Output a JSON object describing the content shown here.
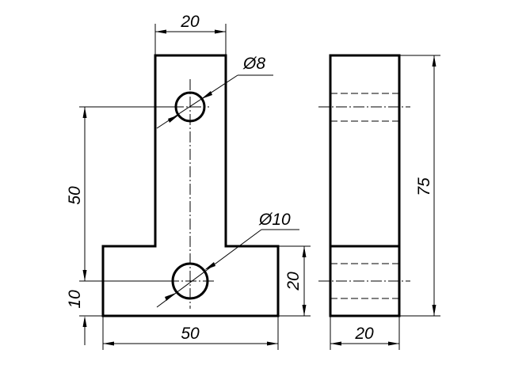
{
  "front_view": {
    "dim_stem_width": "20",
    "dim_hole_top": "Ø8",
    "dim_height_holes": "50",
    "dim_hole_bottom": "Ø10",
    "dim_base_height": "20",
    "dim_hole_offset": "10",
    "dim_base_width": "50"
  },
  "side_view": {
    "dim_total_height": "75",
    "dim_thickness": "20"
  }
}
